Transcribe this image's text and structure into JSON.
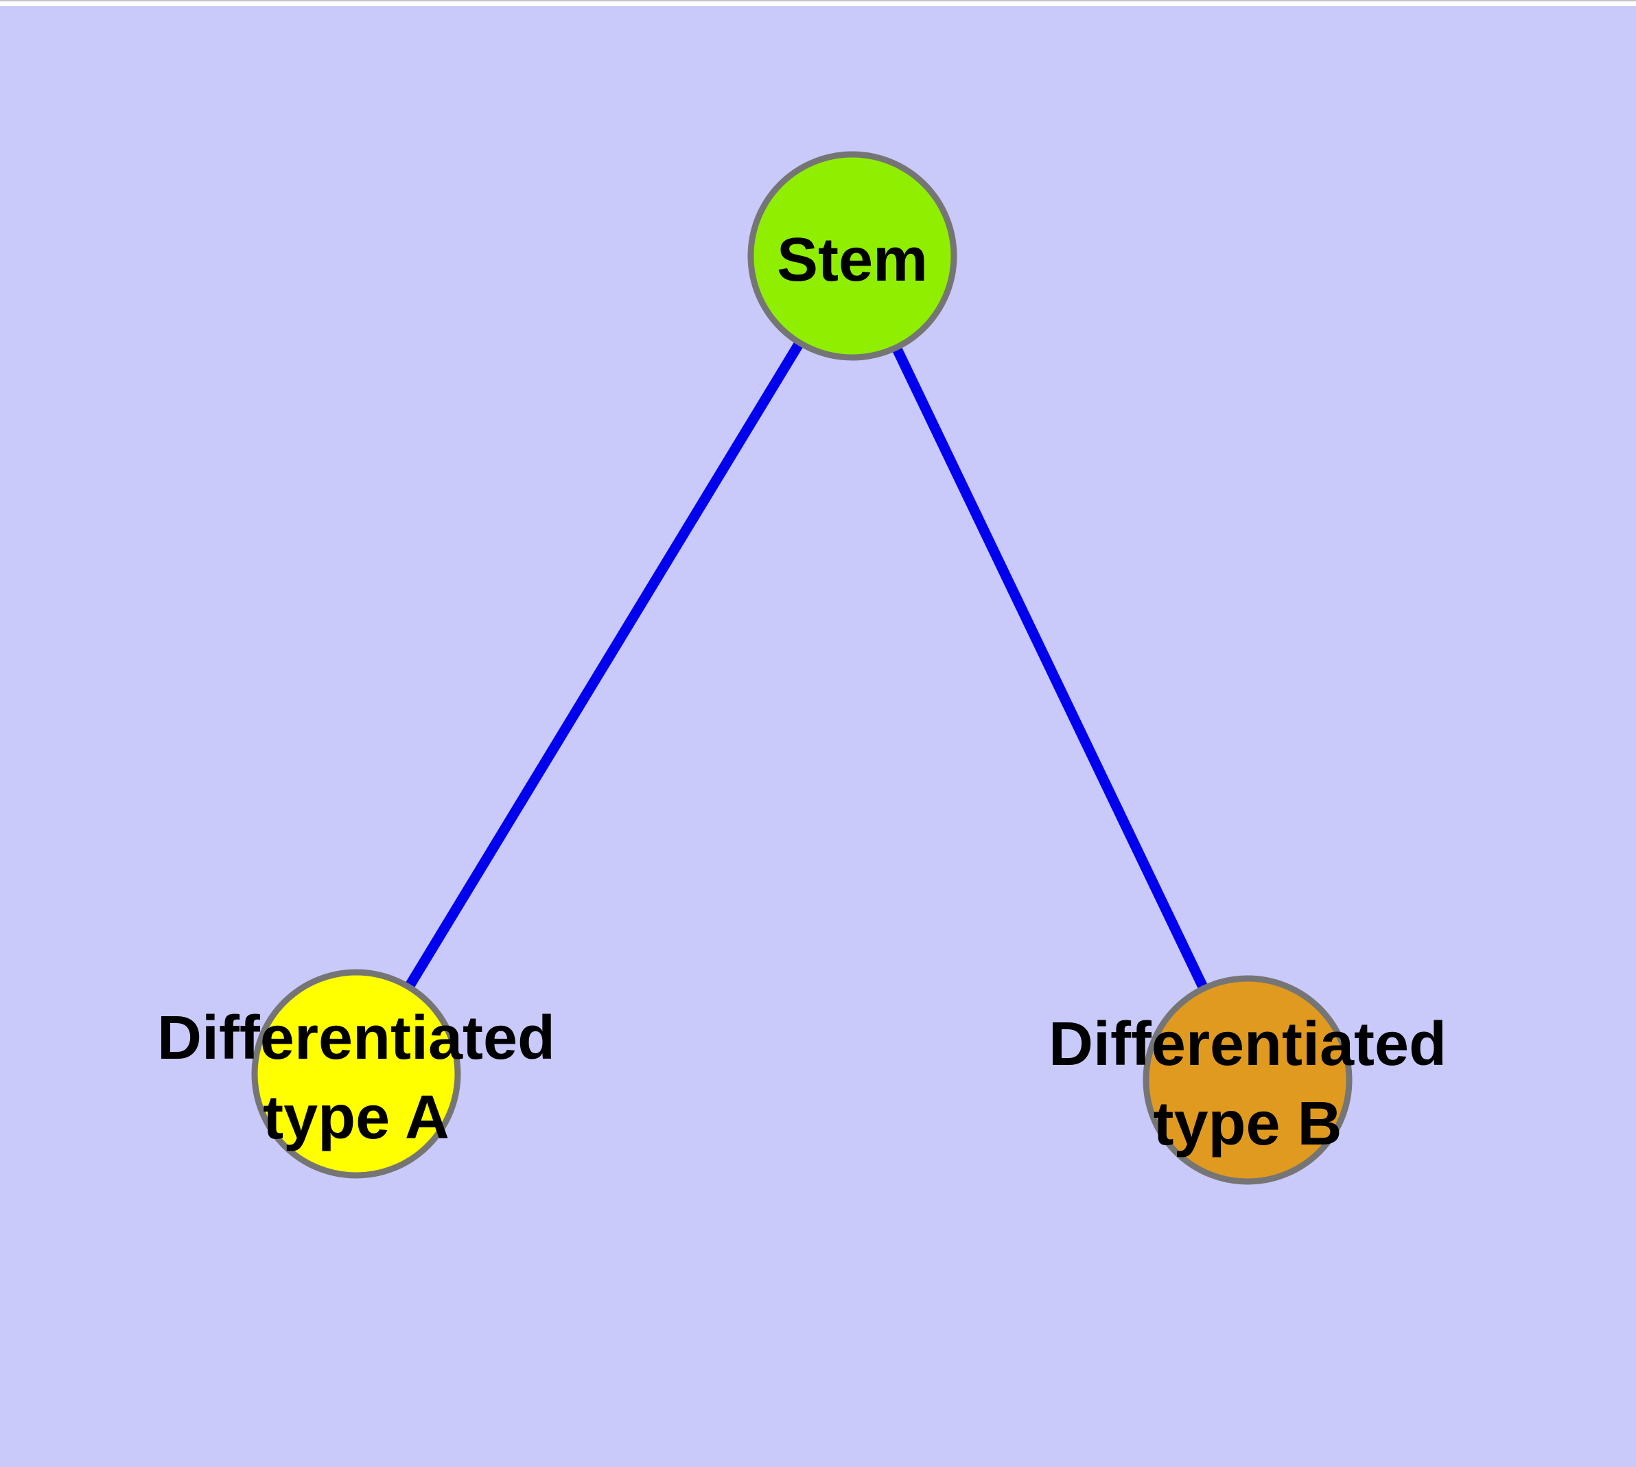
{
  "diagram": {
    "background_color": "#c9c9fa",
    "top_strip": {
      "border_color": "#c2c2cc",
      "fill_color": "#ffffff"
    },
    "edge_color": "#0000ee",
    "node_border_color": "#757575",
    "text_color": "#000000",
    "nodes": {
      "stem": {
        "label": "Stem",
        "color": "#90ee00"
      },
      "type_a": {
        "label_line1": "Differentiated",
        "label_line2": "type A",
        "color": "#ffff00"
      },
      "type_b": {
        "label_line1": "Differentiated",
        "label_line2": "type B",
        "color": "#e09a20"
      }
    },
    "edges": [
      {
        "from": "stem",
        "to": "type_a"
      },
      {
        "from": "stem",
        "to": "type_b"
      }
    ]
  }
}
